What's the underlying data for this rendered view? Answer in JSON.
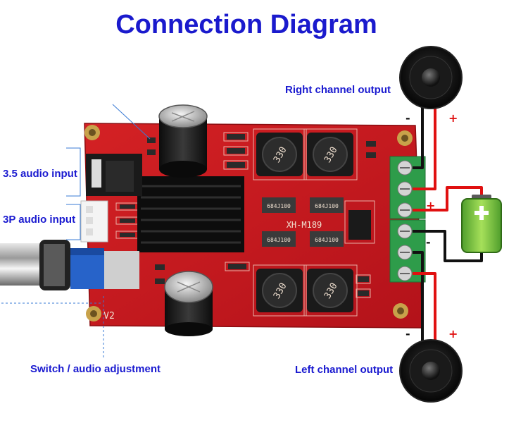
{
  "title": "Connection Diagram",
  "labels": {
    "right_output": "Right channel output",
    "left_output": "Left channel output",
    "audio_35": "3.5 audio input",
    "audio_3p": "3P audio input",
    "switch": "Switch / audio adjustment"
  },
  "board": {
    "model": "XH-M189",
    "version": "V2",
    "inductor_code": "330",
    "resistor_code": "684J100"
  },
  "polarity": {
    "plus": "+",
    "minus": "-"
  },
  "colors": {
    "title": "#1a1acd",
    "label": "#1a1ad0",
    "pcb": "#c8191b",
    "terminal": "#2e9c4a",
    "wire_positive": "#e01010",
    "wire_negative": "#111111",
    "battery": "#7ac043"
  }
}
